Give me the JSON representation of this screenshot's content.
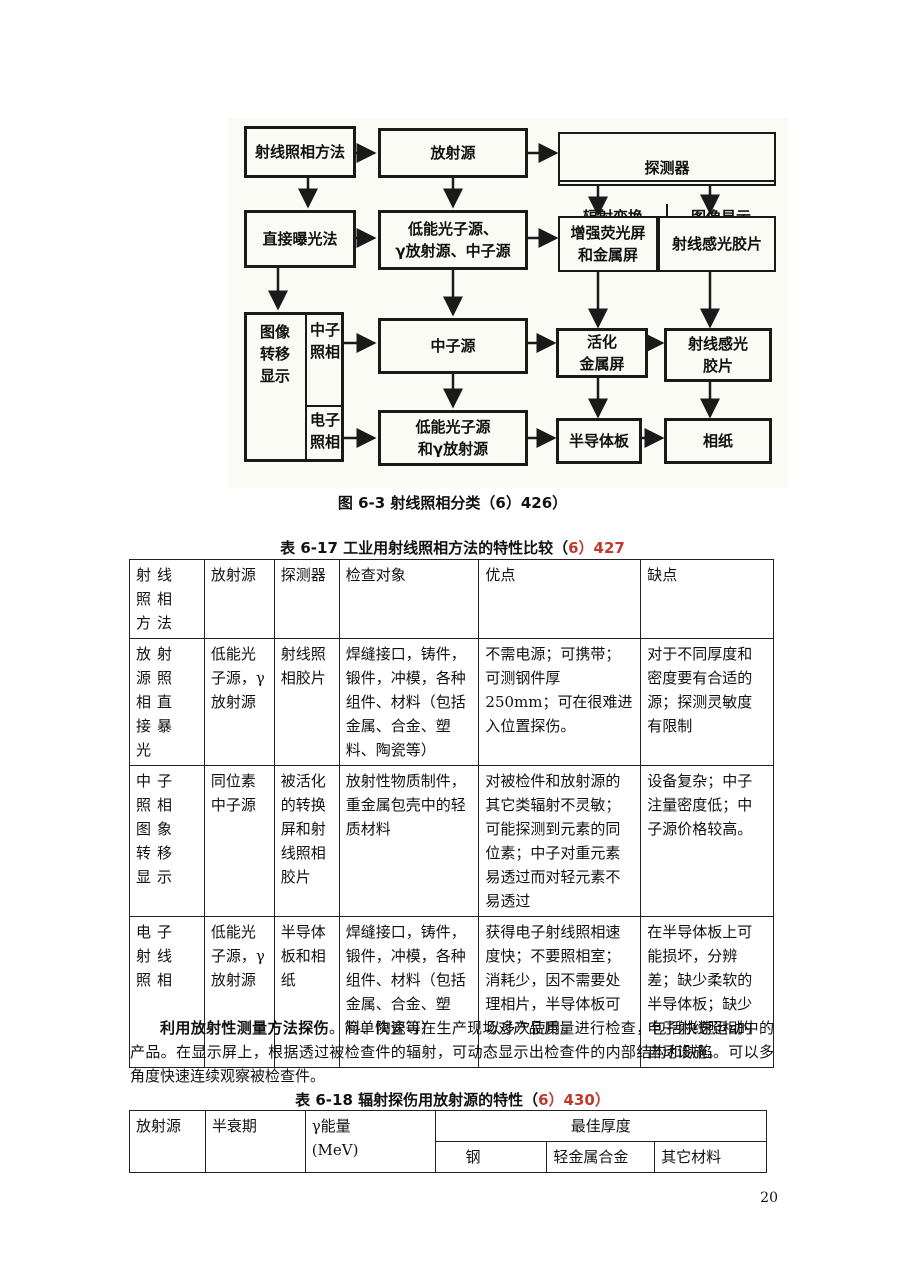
{
  "diagram": {
    "boxes": {
      "method": "射线照相方法",
      "source": "放射源",
      "detector": "探测器",
      "conversion": "辐射变换",
      "display": "图像显示",
      "direct": "直接曝光法",
      "lowenergy": "低能光子源、\nγ放射源、中子源",
      "intensify": "增强荧光屏\n和金属屏",
      "film1": "射线感光胶片",
      "transfer": "图像\n转移\n显示",
      "neutron_photo": "中子\n照相",
      "electron_photo": "电子\n照相",
      "neutron_src": "中子源",
      "activated": "活化\n金属屏",
      "film2": "射线感光\n胶片",
      "lowgamma": "低能光子源\n和γ放射源",
      "semiconductor": "半导体板",
      "paper": "相纸"
    },
    "caption": "图 6-3 射线照相分类（6）426）"
  },
  "table17": {
    "title_prefix": "表 6-17 工业用射线照相方法的特性比较（",
    "title_ref": "6）427",
    "headers": [
      "射线照相方法",
      "放射源",
      "探测器",
      "检查对象",
      "优点",
      "缺点"
    ],
    "rows": [
      [
        "放射源照相直接暴光",
        "低能光子源，γ放射源",
        "射线照相胶片",
        "焊缝接口，铸件，锻件，冲模，各种组件、材料（包括金属、合金、塑料、陶瓷等）",
        "不需电源；可携带；可测钢件厚 250mm；可在很难进入位置探伤。",
        "对于不同厚度和密度要有合适的源；探测灵敏度有限制"
      ],
      [
        "中子照相图象转移显示",
        "同位素中子源",
        "被活化的转换屏和射线照相胶片",
        "放射性物质制件，重金属包壳中的轻质材料",
        "对被检件和放射源的其它类辐射不灵敏；可能探测到元素的同位素；中子对重元素易透过而对轻元素不易透过",
        "设备复杂；中子注量密度低；中子源价格较高。"
      ],
      [
        "电子射线照相",
        "低能光子源，γ放射源",
        "半导体板和相纸",
        "焊缝接口，铸件，锻件，冲模，各种组件、材料（包括金属、合金、塑料、陶瓷等）",
        "获得电子射线照相速度快；不要照相室；消耗少，因不需要处理相片，半导体板可以多次使用。",
        "在半导体板上可能损坏，分辨差；缺少柔软的半导体板；缺少电子射线照相的自动设施。"
      ]
    ]
  },
  "paragraph": {
    "bold": "利用放射性测量方法探伤",
    "text": "。简单快速可在生产现场对产品质量进行检查，包括快速运动中的产品。在显示屏上，根据透过被检查件的辐射，可动态显示出检查件的内部结构和缺陷。可以多角度快速连续观察被检查件。"
  },
  "table18": {
    "title_prefix": "表 6-18 辐射探伤用放射源的特性（",
    "title_ref": "6）430）",
    "h_source": "放射源",
    "h_halflife": "半衰期",
    "h_energy": "γ能量\n(MeV)",
    "h_thickness": "最佳厚度",
    "h_steel": "钢",
    "h_light": "轻金属合金",
    "h_other": "其它材料"
  },
  "page_number": "20"
}
